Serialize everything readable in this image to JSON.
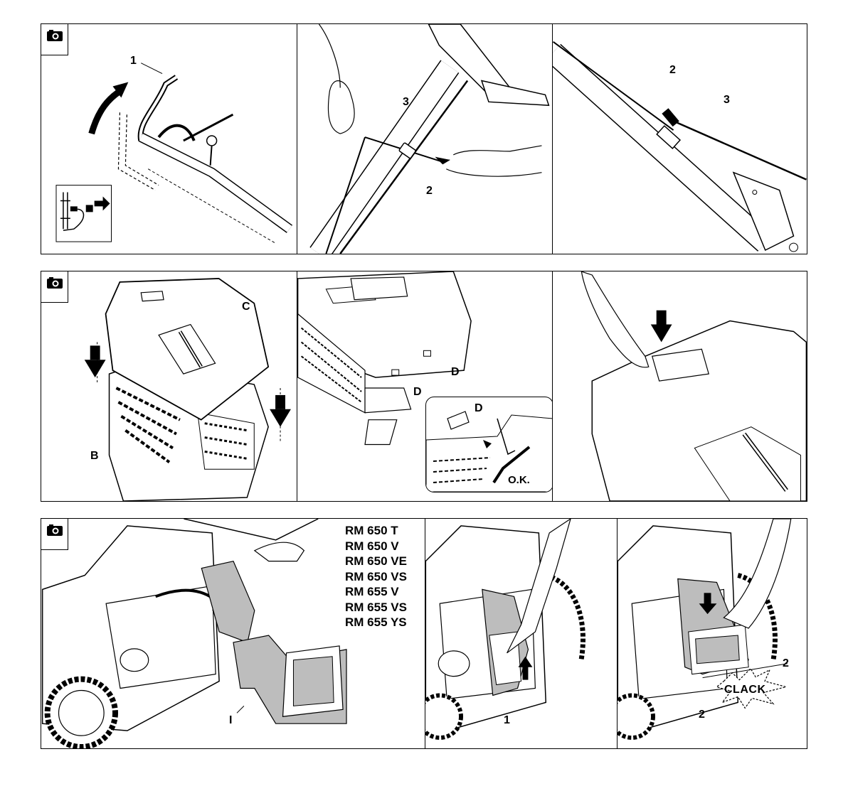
{
  "row1": {
    "panel1": {
      "label_1": "1"
    },
    "panel2": {
      "label_3": "3",
      "label_2": "2"
    },
    "panel3": {
      "label_2": "2",
      "label_3": "3"
    }
  },
  "row2": {
    "panel1": {
      "label_c": "C",
      "label_b": "B"
    },
    "panel2": {
      "label_d_upper": "D",
      "label_d_lower": "D",
      "inset_label_d": "D",
      "inset_ok": "O.K."
    }
  },
  "row3": {
    "panel1": {
      "label_i": "I",
      "models": [
        "RM 650 T",
        "RM 650 V",
        "RM 650 VE",
        "RM 650 VS",
        "RM 655 V",
        "RM 655 VS",
        "RM 655 YS"
      ]
    },
    "panel2": {
      "label_1": "1"
    },
    "panel3": {
      "label_2_right": "2",
      "label_2_left": "2",
      "clack": "CLACK"
    }
  },
  "icons": {
    "camera": "camera-icon",
    "arrow": "arrow-icon",
    "checkmark": "checkmark-icon"
  },
  "colors": {
    "line": "#000000",
    "fill_gray": "#bdbdbd",
    "background": "#ffffff"
  }
}
